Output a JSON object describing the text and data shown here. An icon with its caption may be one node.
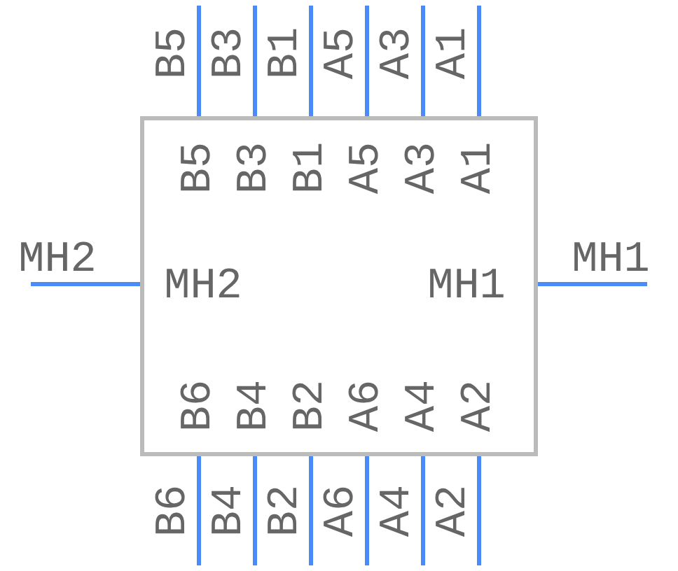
{
  "diagram": {
    "nodes": [
      {
        "text": [
          "B5",
          "B3",
          "B1",
          "A5",
          "A3",
          "A1",
          "MH2",
          "MH1",
          "B6",
          "B4",
          "B2",
          "A6",
          "A4",
          "A2"
        ]
      }
    ],
    "labels": [
      "B5",
      "B3",
      "B1",
      "A5",
      "A3",
      "A1",
      "MH2",
      "MH1",
      "B6",
      "B4",
      "B2",
      "A6",
      "A4",
      "A2"
    ]
  }
}
